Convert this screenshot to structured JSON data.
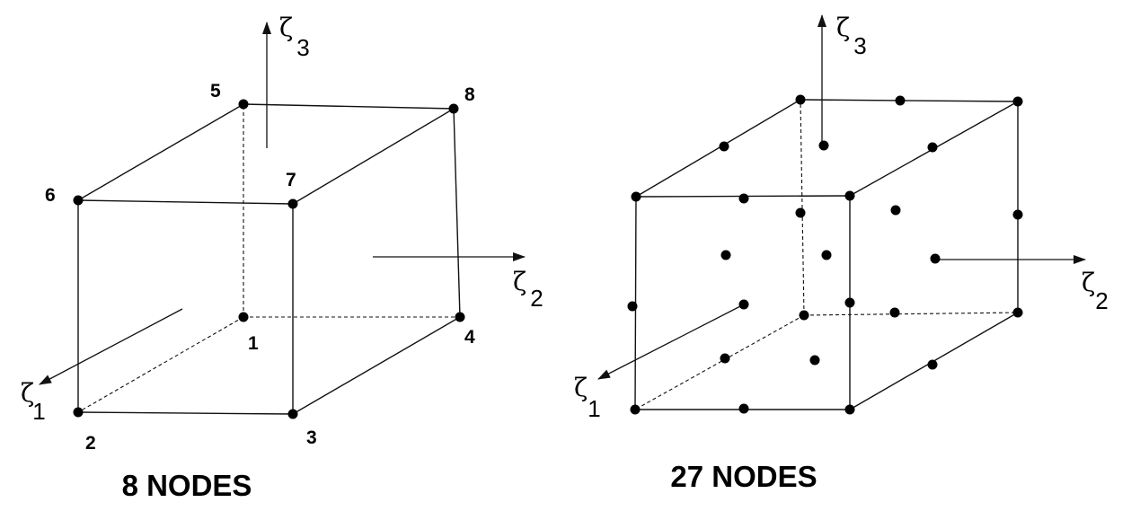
{
  "figures": [
    {
      "caption": "8 NODES",
      "axes": {
        "z1": {
          "symbol": "ζ",
          "sub": "1"
        },
        "z2": {
          "symbol": "ζ",
          "sub": "2"
        },
        "z3": {
          "symbol": "ζ",
          "sub": "3"
        }
      },
      "node_labels": [
        "1",
        "2",
        "3",
        "4",
        "5",
        "6",
        "7",
        "8"
      ]
    },
    {
      "caption": "27 NODES",
      "axes": {
        "z1": {
          "symbol": "ζ",
          "sub": "1"
        },
        "z2": {
          "symbol": "ζ",
          "sub": "2"
        },
        "z3": {
          "symbol": "ζ",
          "sub": "3"
        }
      },
      "node_count": 27
    }
  ],
  "colors": {
    "line": "#111111",
    "node": "#000000",
    "background": "#ffffff"
  }
}
